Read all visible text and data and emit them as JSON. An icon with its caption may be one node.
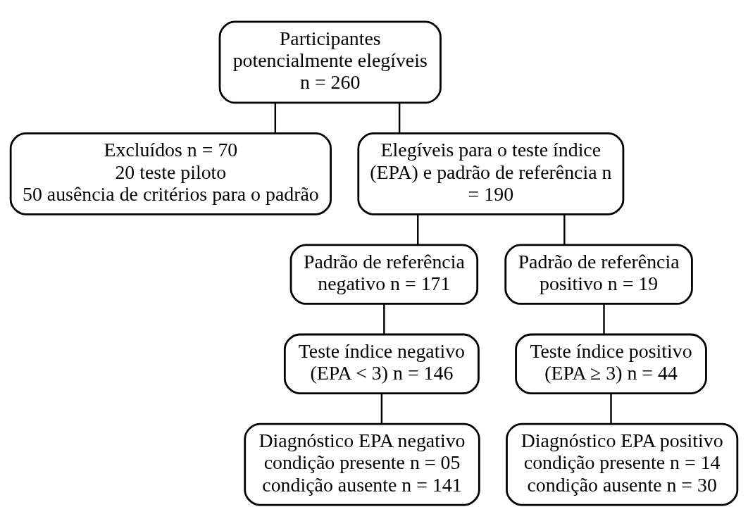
{
  "diagram": {
    "nodes": [
      {
        "text": [
          "Participantes potencialmente elegíveis n = 260"
        ]
      },
      {
        "text": [
          "Excluídos n = 70",
          "20 teste piloto",
          "50 ausência de critérios para o padrão"
        ]
      },
      {
        "text": [
          "Elegíveis para o teste índice (EPA) e padrão de referência n = 190"
        ]
      },
      {
        "text": [
          "Padrão de referência negativo n = 171"
        ]
      },
      {
        "text": [
          "Padrão de referência positivo n = 19"
        ]
      },
      {
        "text": [
          "Teste índice negativo (EPA < 3) n = 146"
        ]
      },
      {
        "text": [
          "Teste índice positivo (EPA ≥ 3) n = 44"
        ]
      },
      {
        "text": [
          "Diagnóstico EPA negativo",
          "condição presente n = 05",
          "condição ausente n = 141"
        ]
      },
      {
        "text": [
          "Diagnóstico EPA positivo",
          "condição presente n = 14",
          "condição ausente n = 30"
        ]
      }
    ],
    "edges": [
      {
        "from": 0,
        "to": 1,
        "arrow": "none"
      },
      {
        "from": 0,
        "to": 2,
        "arrow": "none"
      },
      {
        "from": 2,
        "to": 3,
        "arrow": "none"
      },
      {
        "from": 2,
        "to": 4,
        "arrow": "none"
      },
      {
        "from": 3,
        "to": 5,
        "arrow": "none"
      },
      {
        "from": 4,
        "to": 6,
        "arrow": "none"
      },
      {
        "from": 5,
        "to": 7,
        "arrow": "none"
      },
      {
        "from": 6,
        "to": 8,
        "arrow": "none"
      }
    ]
  }
}
